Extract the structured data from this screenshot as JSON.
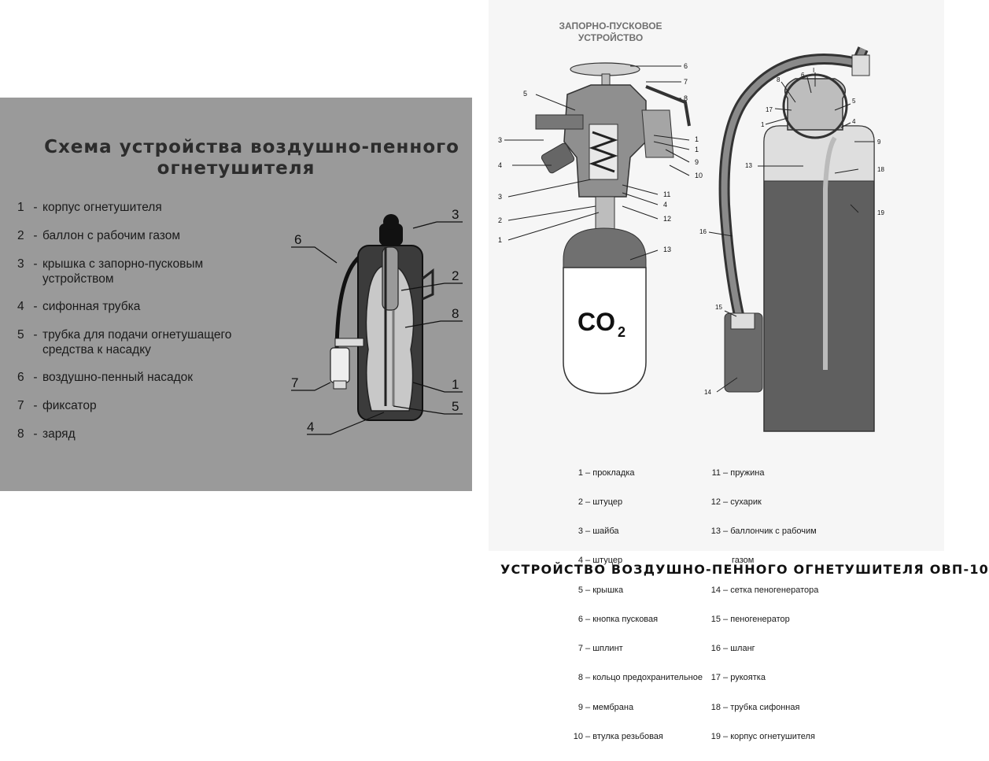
{
  "left": {
    "title_line1": "Схема устройства воздушно-пенного",
    "title_line2": "огнетушителя",
    "legend": [
      {
        "num": "1",
        "text": "корпус огнетушителя"
      },
      {
        "num": "2",
        "text": "баллон с рабочим газом"
      },
      {
        "num": "3",
        "text": "крышка с запорно-пусковым",
        "text2": "устройством"
      },
      {
        "num": "4",
        "text": "сифонная трубка"
      },
      {
        "num": "5",
        "text": "трубка для подачи огнетушащего",
        "text2": "средства к насадку"
      },
      {
        "num": "6",
        "text": "воздушно-пенный насадок"
      },
      {
        "num": "7",
        "text": "фиксатор"
      },
      {
        "num": "8",
        "text": "заряд"
      }
    ],
    "callouts": [
      "1",
      "2",
      "3",
      "4",
      "5",
      "6",
      "7",
      "8"
    ]
  },
  "right": {
    "valve_title_line1": "ЗАПОРНО-ПУСКОВОЕ",
    "valve_title_line2": "УСТРОЙСТВО",
    "co2_label": "CO",
    "co2_sub": "2",
    "legend_col1": [
      {
        "n": "1",
        "t": "прокладка"
      },
      {
        "n": "2",
        "t": "штуцер"
      },
      {
        "n": "3",
        "t": "шайба"
      },
      {
        "n": "4",
        "t": "штуцер"
      },
      {
        "n": "5",
        "t": "крышка"
      },
      {
        "n": "6",
        "t": "кнопка пусковая"
      },
      {
        "n": "7",
        "t": "шплинт"
      },
      {
        "n": "8",
        "t": "кольцо предохранительное"
      },
      {
        "n": "9",
        "t": "мембрана"
      },
      {
        "n": "10",
        "t": "втулка резьбовая"
      }
    ],
    "legend_col2": [
      {
        "n": "11",
        "t": "пружина"
      },
      {
        "n": "12",
        "t": "сухарик"
      },
      {
        "n": "13",
        "t": "баллончик с рабочим",
        "t2": "газом"
      },
      {
        "n": "14",
        "t": "сетка пеногенератора"
      },
      {
        "n": "15",
        "t": "пеногенератор"
      },
      {
        "n": "16",
        "t": "шланг"
      },
      {
        "n": "17",
        "t": "рукоятка"
      },
      {
        "n": "18",
        "t": "трубка сифонная"
      },
      {
        "n": "19",
        "t": "корпус огнетушителя"
      }
    ],
    "valve_callouts": [
      "6",
      "7",
      "8",
      "5",
      "3",
      "1",
      "1",
      "4",
      "9",
      "10",
      "3",
      "11",
      "4",
      "2",
      "12",
      "1",
      "13"
    ],
    "body_callouts": [
      "8",
      "6",
      "I",
      "17",
      "5",
      "1",
      "4",
      "9",
      "13",
      "18",
      "19",
      "16",
      "15",
      "14"
    ]
  },
  "caption": "УСТРОЙСТВО ВОЗДУШНО-ПЕННОГО ОГНЕТУШИТЕЛЯ ОВП-10"
}
